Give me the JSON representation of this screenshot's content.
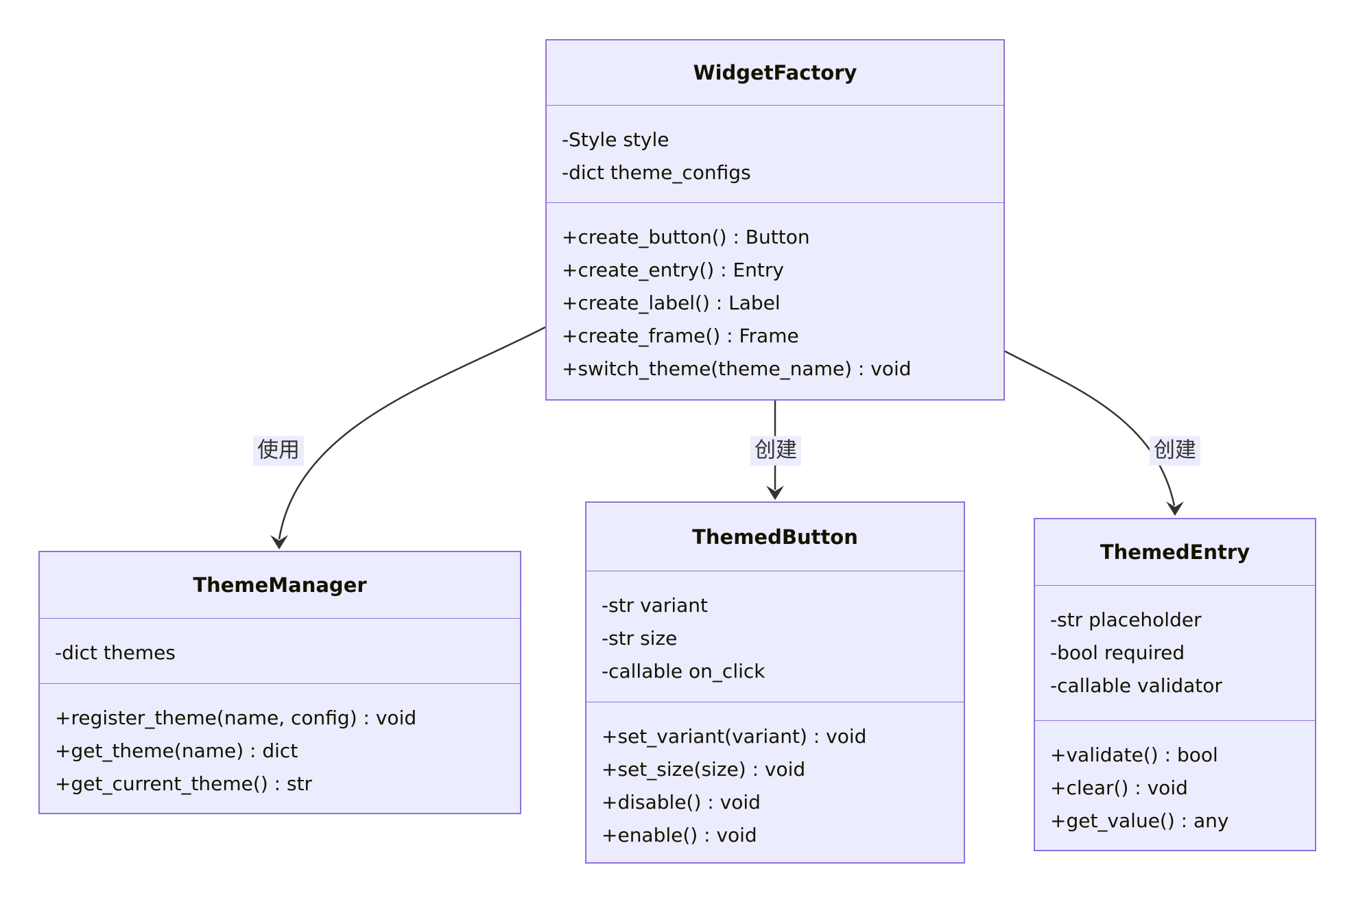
{
  "diagram": {
    "type": "uml-class-diagram",
    "classes": [
      {
        "name": "WidgetFactory",
        "attributes": [
          "-Style style",
          "-dict theme_configs"
        ],
        "methods": [
          "+create_button() : Button",
          "+create_entry() : Entry",
          "+create_label() : Label",
          "+create_frame() : Frame",
          "+switch_theme(theme_name) : void"
        ]
      },
      {
        "name": "ThemeManager",
        "attributes": [
          "-dict themes"
        ],
        "methods": [
          "+register_theme(name, config) : void",
          "+get_theme(name) : dict",
          "+get_current_theme() : str"
        ]
      },
      {
        "name": "ThemedButton",
        "attributes": [
          "-str variant",
          "-str size",
          "-callable on_click"
        ],
        "methods": [
          "+set_variant(variant) : void",
          "+set_size(size) : void",
          "+disable() : void",
          "+enable() : void"
        ]
      },
      {
        "name": "ThemedEntry",
        "attributes": [
          "-str placeholder",
          "-bool required",
          "-callable validator"
        ],
        "methods": [
          "+validate() : bool",
          "+clear() : void",
          "+get_value() : any"
        ]
      }
    ],
    "edges": [
      {
        "from": "WidgetFactory",
        "to": "ThemeManager",
        "label": "使用"
      },
      {
        "from": "WidgetFactory",
        "to": "ThemedButton",
        "label": "创建"
      },
      {
        "from": "WidgetFactory",
        "to": "ThemedEntry",
        "label": "创建"
      }
    ],
    "colors": {
      "node_fill": "#ECECFF",
      "node_border": "#9370DB",
      "node_text": "#131300",
      "edge_line": "#333333",
      "edge_label_bg": "#ECECFF",
      "background": "#ffffff"
    }
  }
}
